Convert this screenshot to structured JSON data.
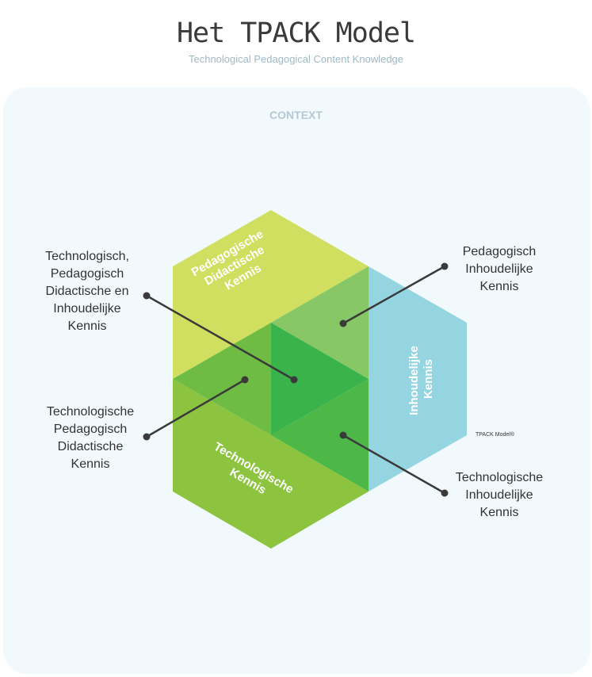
{
  "header": {
    "title": "Het TPACK Model",
    "subtitle": "Technological Pedagogical Content Knowledge"
  },
  "context_label": "CONTEXT",
  "regions": {
    "pedagogy": "Pedagogische\nDidactische\nKennis",
    "content": "Inhoudelijke\nKennis",
    "technology": "Technologische\nKennis"
  },
  "callouts": {
    "tpack": "Technologisch,\nPedagogisch\nDidactische en\nInhoudelijke\nKennis",
    "pck": "Pedagogisch\nInhoudelijke\nKennis",
    "tpk": "Technologische\nPedagogisch\nDidactische\nKennis",
    "tck": "Technologische\nInhoudelijke\nKennis"
  },
  "note": "TPACK Model®",
  "colors": {
    "pedagogy": "#d0df60",
    "content": "#94d5e1",
    "technology": "#8cc43f",
    "pck": "#88c765",
    "tpk": "#6fbc45",
    "tck": "#4db848",
    "tpack": "#3ab34a",
    "connector": "#3a3a3a"
  }
}
